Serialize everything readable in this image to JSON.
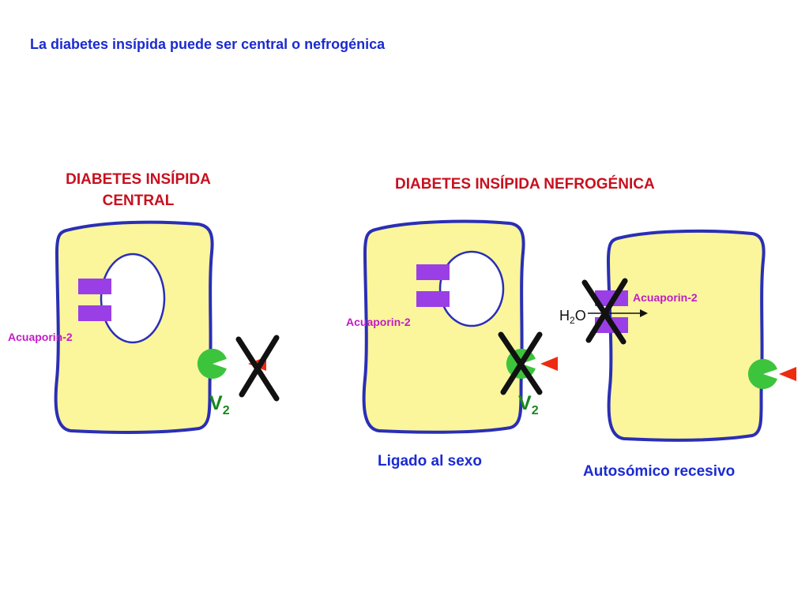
{
  "title": "La diabetes insípida puede ser central o nefrogénica",
  "central": {
    "heading_line1": "DIABETES INSÍPIDA",
    "heading_line2": "CENTRAL",
    "aquaporin_label": "Acuaporin-2",
    "receptor_label": "V",
    "receptor_subscript": "2"
  },
  "nephrogenic": {
    "heading": "DIABETES INSÍPIDA NEFROGÉNICA",
    "sex_linked": {
      "aquaporin_label": "Acuaporin-2",
      "receptor_label": "V",
      "receptor_subscript": "2",
      "inheritance": "Ligado al sexo"
    },
    "autosomal": {
      "aquaporin_label": "Acuaporin-2",
      "water_label": "H",
      "water_subscript": "2",
      "water_suffix": "O",
      "inheritance": "Autosómico recesivo"
    }
  },
  "colors": {
    "cell_fill": "#fbf59c",
    "cell_border": "#2a2fb5",
    "aquaporin": "#9a3fe6",
    "receptor": "#3dc43d",
    "hormone": "#ee2a10",
    "cross": "#111111"
  }
}
